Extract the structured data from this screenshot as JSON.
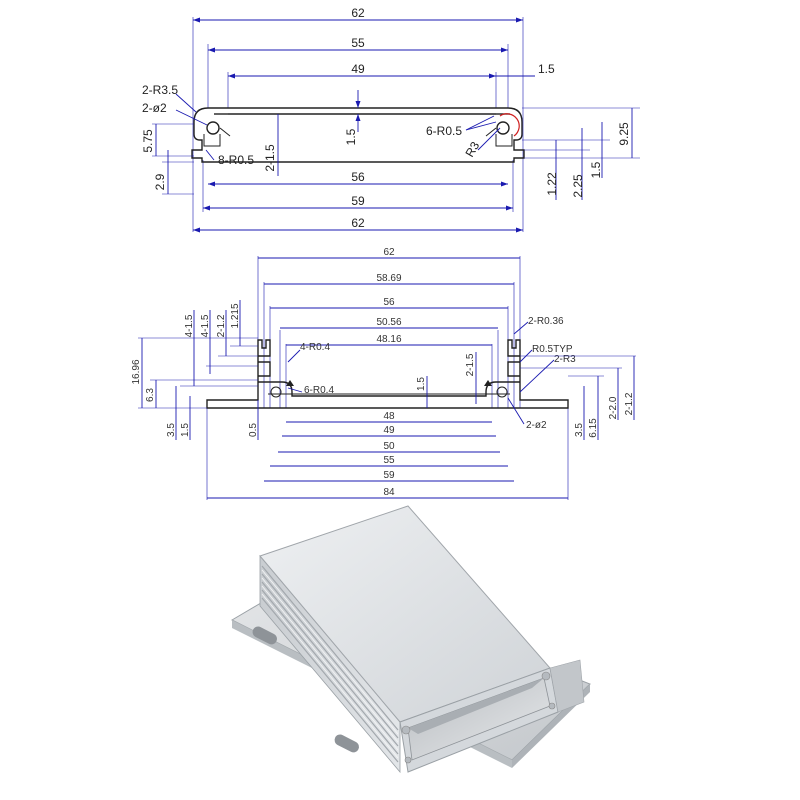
{
  "top_view": {
    "width_top": "62",
    "inner_55": "55",
    "inner_49": "49",
    "gap_1_5": "1.5",
    "r_3_5": "2-R3.5",
    "phi_2": "2-ø2",
    "h_5_75": "5.75",
    "h_2_9": "2.9",
    "r_0_5_8": "8-R0.5",
    "slot_2_1_5": "2-1.5",
    "center_1_5": "1.5",
    "r_0_5_6": "6-R0.5",
    "r_3": "R3",
    "bottom_56": "56",
    "bottom_59": "59",
    "bottom_62": "62",
    "h_9_25": "9.25",
    "h_1_22": "1.22",
    "h_2_25": "2.25",
    "h_1_5": "1.5"
  },
  "side_view": {
    "w_62": "62",
    "w_58_69": "58.69",
    "w_56": "56",
    "w_50_56": "50.56",
    "w_48_16": "48.16",
    "r_0_36": "2-R0.36",
    "r_0_5_typ": "R0.5TYP",
    "r_3": "2-R3",
    "r_0_4_4": "4-R0.4",
    "r_0_4_6": "6-R0.4",
    "slot_2_1_5": "2-1.5",
    "center_1_5": "1.5",
    "phi_2": "2-ø2",
    "l_4_1_5a": "4-1.5",
    "l_4_1_5b": "4-1.5",
    "l_2_1_2": "2-1.2",
    "l_1_215": "1.215",
    "l_16_96": "16.96",
    "l_6_3": "6.3",
    "l_3_5": "3.5",
    "l_1_5": "1.5",
    "l_0_5": "0.5",
    "r_3_5": "3.5",
    "r_6_15": "6.15",
    "r_2_2_0": "2-2.0",
    "r_2_1_2": "2-1.2",
    "b_48": "48",
    "b_49": "49",
    "b_50": "50",
    "b_55": "55",
    "b_59": "59",
    "b_84": "84"
  },
  "colors": {
    "dimension": "#1a1ab0",
    "outline": "#222222",
    "highlight": "#d02020",
    "metal": "#d9dcdf"
  }
}
